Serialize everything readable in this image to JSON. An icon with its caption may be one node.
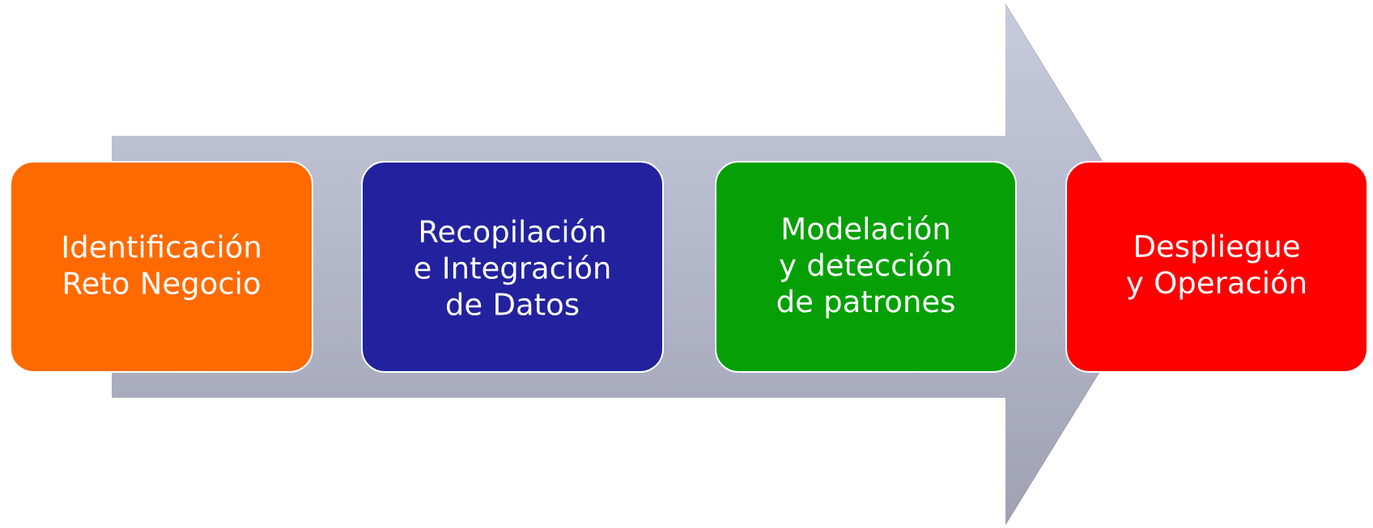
{
  "diagram": {
    "nodes": [
      {
        "text": [
          "Identificación Reto Negocio"
        ]
      },
      {
        "text": [
          "Recopilación e Integración de Datos"
        ]
      },
      {
        "text": [
          "Modelación y detección de patrones"
        ]
      },
      {
        "text": [
          "Despliegue y Operación"
        ]
      }
    ]
  }
}
